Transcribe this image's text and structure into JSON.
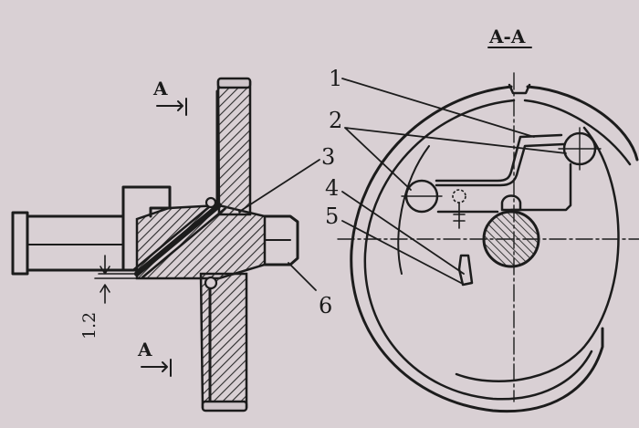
{
  "section_title": "A-A",
  "cut_mark_top": "A",
  "cut_mark_bottom": "A",
  "dimension": "1.2",
  "callouts": [
    "1",
    "2",
    "3",
    "4",
    "5",
    "6"
  ],
  "colors": {
    "paper": "#d9d0d4",
    "ink": "#1c1c1c",
    "hatch": "#2a2a2a"
  }
}
